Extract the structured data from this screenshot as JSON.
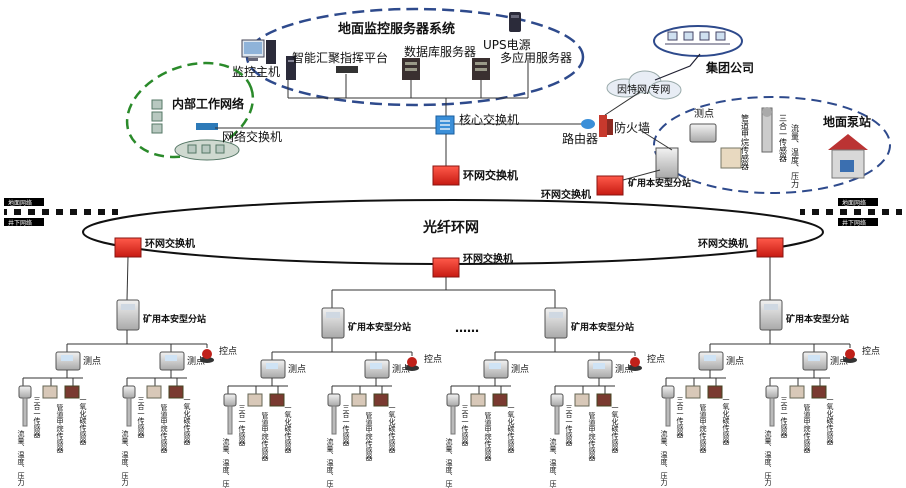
{
  "labels": {
    "ground_server_system": "地面监控服务器系统",
    "ups": "UPS电源",
    "monitor_host": "监控主机",
    "smart_platform": "智能汇聚指挥平台",
    "db_server": "数据库服务器",
    "multi_app_server": "多应用服务器",
    "group_company": "集团公司",
    "internet": "因特网/专网",
    "internal_network": "内部工作网络",
    "network_switch": "网络交换机",
    "core_switch": "核心交换机",
    "router": "路由器",
    "firewall": "防火墙",
    "ring_switch": "环网交换机",
    "mine_substation": "矿用本安型分站",
    "ground_pump_station": "地面泵站",
    "fiber_ring": "光纤环网",
    "surface_net": "地面网络",
    "underground_net": "井下网络",
    "measure_point": "测点",
    "control_point": "控点",
    "sensor_3in1": "三合一传感器",
    "sensor_3in1_sub": "流量、温度、压力",
    "methane_sensor": "管道甲烷传感器",
    "co_sensor": "一氧化碳传感器",
    "ellipsis": "……"
  },
  "colors": {
    "ground_ellipse": "#2e4a8c",
    "internal_ellipse": "#2a8a2a",
    "ring_switch": "#d9261c",
    "ring_line": "#111111"
  },
  "icons": [
    "pc-icon",
    "server-icon",
    "ups-icon",
    "switch-icon",
    "core-switch-icon",
    "router-icon",
    "firewall-icon",
    "cloud-icon",
    "substation-icon",
    "sensor-icon",
    "control-knob-icon",
    "pump-station-icon"
  ]
}
